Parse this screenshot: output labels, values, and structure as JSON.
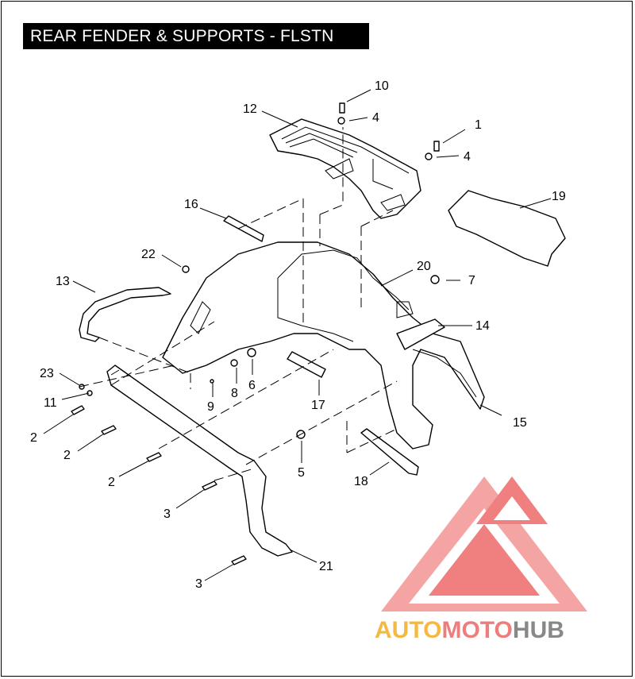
{
  "title": "REAR FENDER & SUPPORTS - FLSTN",
  "watermark": {
    "part1": "AUTO",
    "part2": "MOTO",
    "part3": "HUB",
    "colors": {
      "auto": "#f4b942",
      "moto": "#ee7d7d",
      "hub": "#888888",
      "logo": "#f07f7f"
    }
  },
  "callouts": [
    "1",
    "2",
    "2",
    "2",
    "3",
    "3",
    "4",
    "4",
    "5",
    "6",
    "7",
    "8",
    "9",
    "10",
    "11",
    "12",
    "13",
    "14",
    "15",
    "16",
    "17",
    "18",
    "19",
    "20",
    "21",
    "22",
    "23"
  ],
  "parts": {
    "fender": "rear-fender",
    "rack": "luggage-rack",
    "support": "fender-support"
  }
}
